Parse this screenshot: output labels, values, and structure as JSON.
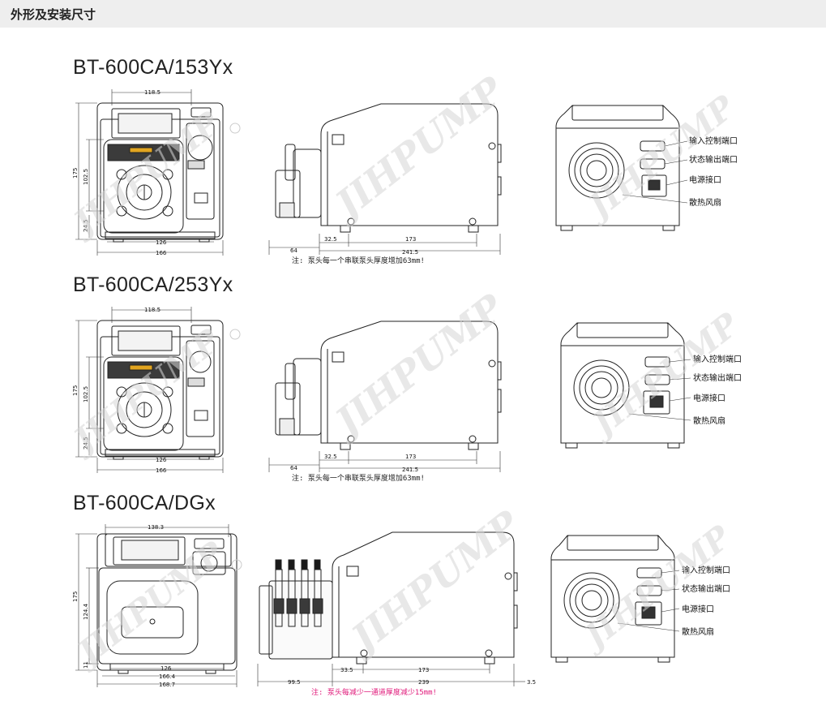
{
  "header": {
    "title": "外形及安装尺寸"
  },
  "watermark": "JIHPUMP",
  "ports": {
    "input_control": "输入控制端口",
    "status_output": "状态输出端口",
    "power": "电源接口",
    "fan": "散热风扇"
  },
  "models": [
    {
      "name": "BT-600CA/153Yx",
      "front": {
        "width_top": "118.5",
        "height": "175",
        "head_height": "102.5",
        "foot": "24.5",
        "base_width": "126",
        "total_width": "166"
      },
      "side": {
        "offset": "64",
        "front_depth": "32.5",
        "base_depth": "173",
        "total_depth": "241.5",
        "note": "注: 泵头每一个串联泵头厚度增加63mm!"
      }
    },
    {
      "name": "BT-600CA/253Yx",
      "front": {
        "width_top": "118.5",
        "height": "175",
        "head_height": "102.5",
        "foot": "24.5",
        "base_width": "126",
        "total_width": "166"
      },
      "side": {
        "offset": "64",
        "front_depth": "32.5",
        "base_depth": "173",
        "total_depth": "241.5",
        "note": "注: 泵头每一个串联泵头厚度增加63mm!"
      }
    },
    {
      "name": "BT-600CA/DGx",
      "front": {
        "width_top": "138.3",
        "height": "175",
        "head_height": "124.4",
        "foot": "11",
        "base_width": "126",
        "mid_width": "166.4",
        "total_width": "168.7"
      },
      "side": {
        "offset": "99.5",
        "front_depth": "33.5",
        "base_depth": "173",
        "total_depth": "239",
        "rear": "3.5",
        "note": "注: 泵头每减少一通道厚度减少15mm!"
      }
    }
  ]
}
